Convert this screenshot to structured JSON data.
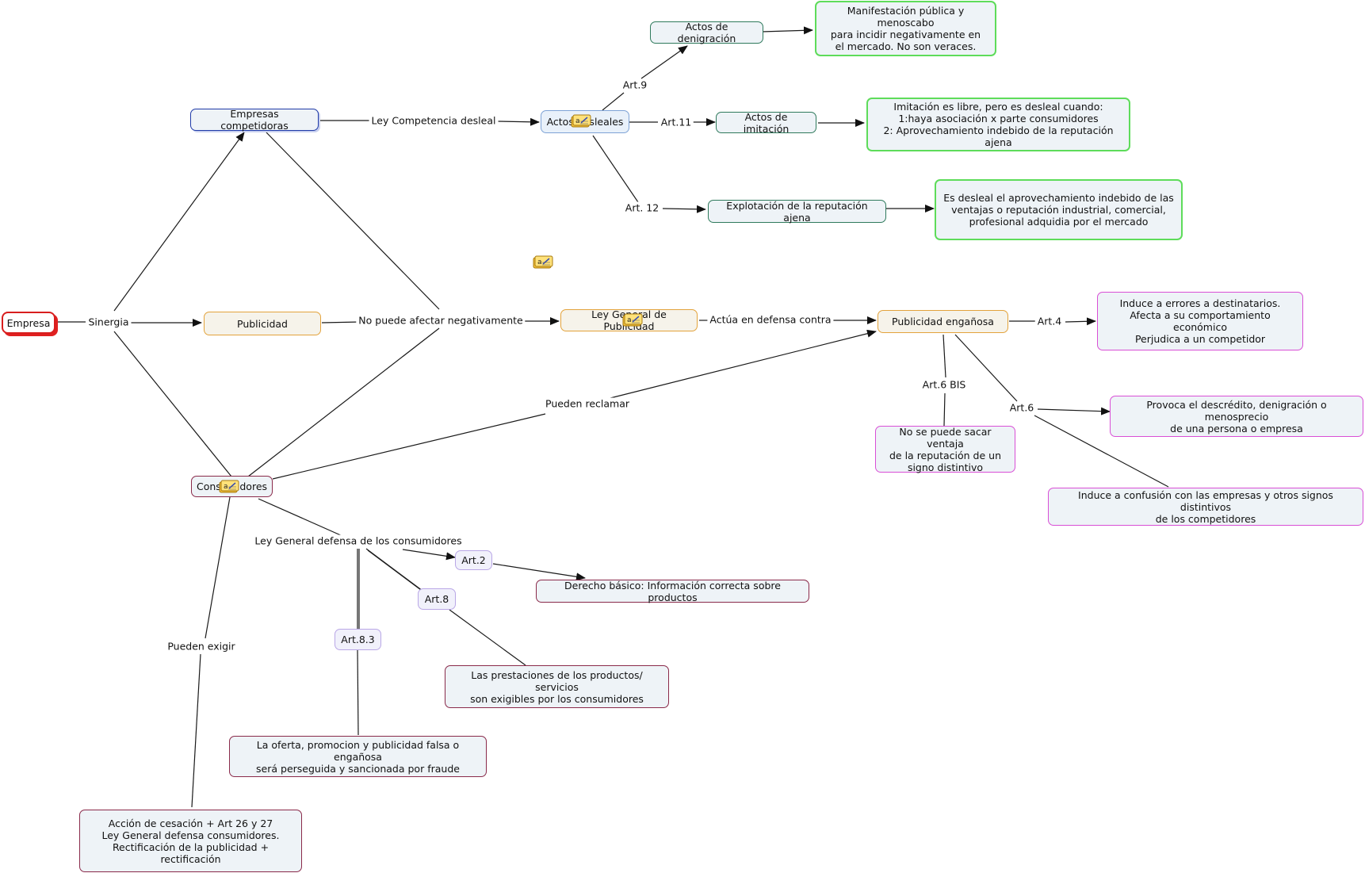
{
  "nodes": {
    "empresa": "Empresa",
    "empresas_competidoras": "Empresas competidoras",
    "publicidad": "Publicidad",
    "consumidores": "Consumidores",
    "actos_desleales": "Actos desleales",
    "actos_denigracion": "Actos de denigración",
    "desc_denigracion": "Manifestación pública y menoscabo\npara incidir negativamente en\nel mercado. No son veraces.",
    "actos_imitacion": "Actos de imitación",
    "desc_imitacion": "Imitación es libre, pero es desleal cuando:\n1:haya asociación x parte consumidores\n2: Aprovechamiento indebido de la reputación ajena",
    "explotacion_reputacion": "Explotación de la reputación ajena",
    "desc_explotacion": "Es desleal el aprovechamiento indebido de las\nventajas o reputación industrial, comercial,\nprofesional adquidia por el mercado",
    "ley_general_publicidad": "Ley General de Publicidad",
    "publicidad_enganosa": "Publicidad engañosa",
    "desc_art4": "Induce a errores a destinatarios.\nAfecta a su comportamiento económico\nPerjudica a un competidor",
    "desc_art6bis": "No se puede sacar ventaja\nde la reputación de un\nsigno distintivo",
    "desc_art6_a": "Provoca el descrédito, denigración o menosprecio\nde una persona o empresa",
    "desc_art6_b": "Induce a confusión con las empresas y otros signos distintivos\nde los competidores",
    "art2": "Art.2",
    "desc_art2": "Derecho básico: Información correcta sobre productos",
    "art8": "Art.8",
    "desc_art8": "Las prestaciones de los productos/ servicios\nson exigibles por los consumidores",
    "art83": "Art.8.3",
    "desc_art83": "La oferta, promocion y publicidad falsa o engañosa\nserá perseguida y sancionada por fraude",
    "desc_cesacion": "Acción de cesación + Art 26 y 27\nLey General defensa consumidores.\nRectificación de la publicidad + rectificación"
  },
  "labels": {
    "sinergia": "Sinergia",
    "ley_competencia": "Ley Competencia desleal",
    "art9": "Art.9",
    "art11": "Art.11",
    "art12": "Art. 12",
    "no_puede_afectar": "No puede afectar negativamente",
    "actua_defensa": "Actúa en defensa contra",
    "art4": "Art.4",
    "art6bis": "Art.6 BIS",
    "art6": "Art.6",
    "pueden_reclamar": "Pueden reclamar",
    "ley_general_consumidores": "Ley General defensa de los consumidores",
    "pueden_exigir": "Pueden exigir"
  },
  "colors": {
    "line": "#1a1a1a",
    "root_border": "#d81e1e",
    "competitors_border": "#1f3aa8",
    "advertising_border": "#e3a33c",
    "teal_border": "#2f7a5c",
    "green_border": "#5edc5a",
    "pink_border": "#d94fd6",
    "maroon_border": "#8a2a4a",
    "lavender_border": "#b9a7e6",
    "node_fill": "#eef3f7"
  },
  "icons": [
    "note-icon"
  ]
}
